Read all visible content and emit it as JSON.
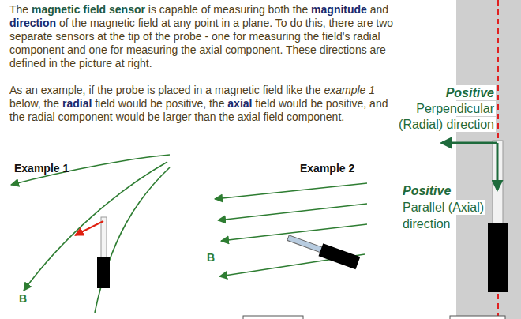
{
  "diagram": {
    "labels": [
      "The",
      "magnetic field sensor",
      "is capable of measuring both the",
      "magnitude",
      "and",
      "direction",
      "of the magnetic field at any point in a plane. To do this, there are two separate sensors at the tip of the probe - one for measuring the field's radial component and one for measuring the axial component. These directions are defined in the picture at right.",
      "As an example, if the probe is placed in a magnetic field like the",
      "example 1",
      "below, the",
      "radial",
      "field would be positive, the",
      "axial",
      "field would be positive, and the radial component would be larger than the axial field component.",
      "Example 1",
      "Example 2",
      "B",
      "B",
      "Positive",
      "Perpendicular",
      "(Radial) direction",
      "Positive",
      "Parallel (Axial)",
      "direction"
    ]
  }
}
